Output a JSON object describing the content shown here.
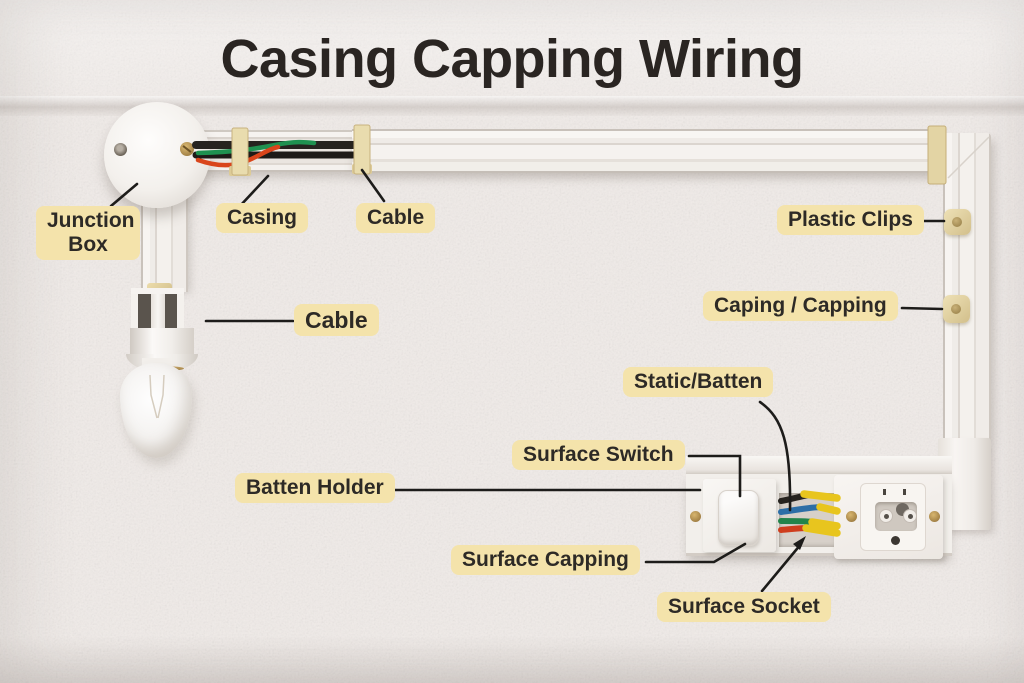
{
  "title": "Casing Capping Wiring",
  "labels": {
    "junction_box_line1": "Junction",
    "junction_box_line2": "Box",
    "casing": "Casing",
    "cable_top": "Cable",
    "plastic_clips": "Plastic Clips",
    "caping_capping": "Caping / Capping",
    "cable_mid": "Cable",
    "static_batten": "Static/Batten",
    "surface_switch": "Surface Switch",
    "batten_holder": "Batten Holder",
    "surface_capping": "Surface Capping",
    "surface_socket": "Surface Socket"
  },
  "diagram": {
    "open_casing_wires": [
      "black",
      "black",
      "green",
      "red"
    ],
    "window_wires": [
      "black",
      "blue",
      "green",
      "red"
    ],
    "wire_sleeve_color": "yellow",
    "clip_count_right_run": 2
  },
  "colors": {
    "label_bg": "#f4e3ab",
    "label_text": "#2d2a26",
    "title_text": "#2a2522",
    "leader_line": "#1d1c1a",
    "wall": "#f0ebe8",
    "casing_white": "#f2efeb",
    "clip_cream": "#e5d6a8",
    "wire_black": "#26231f",
    "wire_green": "#1f9150",
    "wire_red": "#d9451b",
    "wire_blue": "#2d6ea6",
    "wire_yellow": "#e8c51e"
  }
}
